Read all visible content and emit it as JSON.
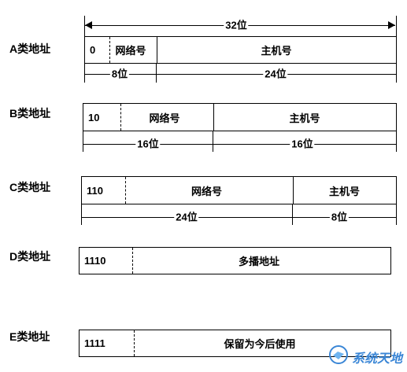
{
  "classes": [
    {
      "label": "A类地址",
      "cells": [
        "0",
        "网络号",
        "主机号"
      ],
      "dims": [
        "8位",
        "24位"
      ],
      "top_dim": "32位"
    },
    {
      "label": "B类地址",
      "cells": [
        "10",
        "网络号",
        "主机号"
      ],
      "dims": [
        "16位",
        "16位"
      ]
    },
    {
      "label": "C类地址",
      "cells": [
        "110",
        "网络号",
        "主机号"
      ],
      "dims": [
        "24位",
        "8位"
      ]
    },
    {
      "label": "D类地址",
      "cells": [
        "1110",
        "多播地址"
      ]
    },
    {
      "label": "E类地址",
      "cells": [
        "1111",
        "保留为今后使用"
      ]
    }
  ],
  "watermark": {
    "text": "系统天地",
    "icon": "logo-icon"
  }
}
